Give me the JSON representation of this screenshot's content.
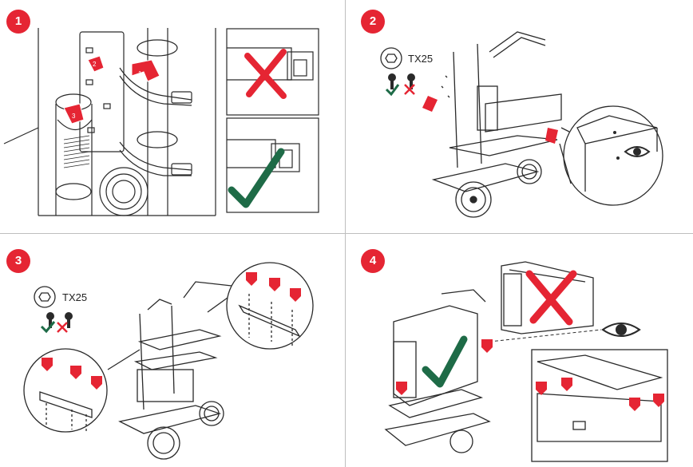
{
  "steps": [
    {
      "number": "1"
    },
    {
      "number": "2",
      "tool_label": "TX25"
    },
    {
      "number": "3",
      "tool_label": "TX25"
    },
    {
      "number": "4"
    }
  ],
  "colors": {
    "accent": "#e52533",
    "ok": "#1e6b47",
    "line": "#2a2a2a",
    "divider": "#bfbfbf"
  },
  "icons": [
    "torx-bit-icon",
    "screw-icon",
    "check-icon",
    "cross-icon",
    "eye-icon",
    "arrow-down-icon"
  ]
}
